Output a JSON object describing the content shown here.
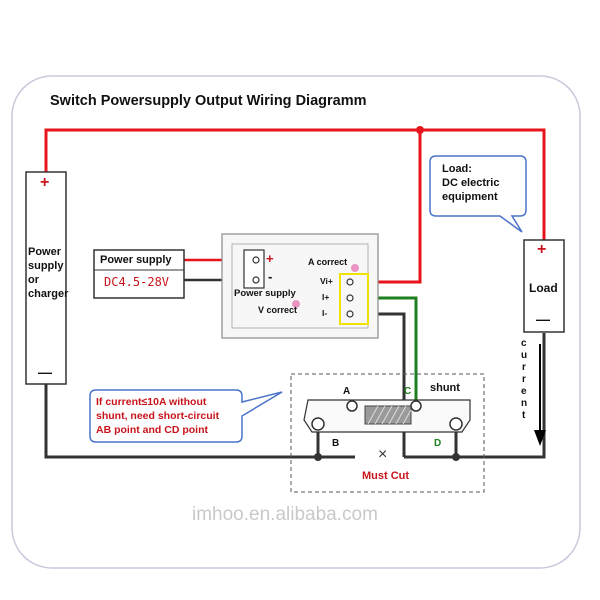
{
  "title": "Switch Powersupply Output Wiring Diagramm",
  "source_block": {
    "plus": "+",
    "label_lines": [
      "Power",
      "supply",
      "or",
      "charger"
    ],
    "minus": "—"
  },
  "load_callout": {
    "lines": [
      "Load:",
      "DC electric",
      "equipment"
    ]
  },
  "load_block": {
    "plus": "+",
    "label": "Load",
    "minus": "—"
  },
  "current_arrow_text": [
    "c",
    "u",
    "r",
    "r",
    "e",
    "n",
    "t"
  ],
  "power_supply_box": {
    "label": "Power supply",
    "value": "DC4.5-28V"
  },
  "meter": {
    "plus": "+",
    "minus": "-",
    "a_correct": "A  correct",
    "power_supply": "Power supply",
    "v_correct": "V  correct",
    "terminals": [
      "Vi+",
      "I+",
      "I-"
    ]
  },
  "shunt": {
    "label": "shunt",
    "points": {
      "A": "A",
      "B": "B",
      "C": "C",
      "D": "D"
    },
    "cut_mark": "×",
    "cut_label": "Must Cut"
  },
  "note_callout": {
    "lines": [
      "If current≤10A without",
      "shunt, need short-circuit",
      "AB point and CD point"
    ]
  },
  "watermark": "imhoo.en.alibaba.com",
  "colors": {
    "positive_wire": "#e8141c",
    "negative_wire": "#333333",
    "signal_wire": "#1e7f1e",
    "callout_border": "#4a73c9",
    "label_red": "#c8141c",
    "terminal_highlight": "#f2e000",
    "frame_border": "#c9c9dd"
  }
}
